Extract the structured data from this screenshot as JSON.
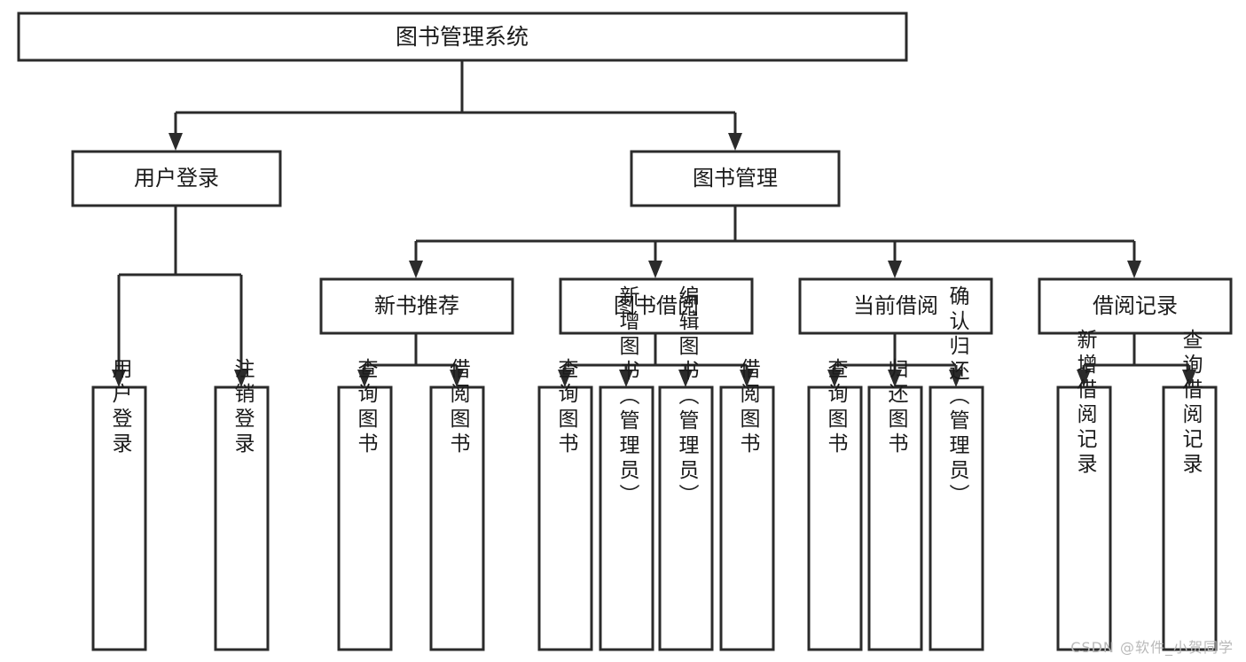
{
  "diagram": {
    "title": "图书管理系统",
    "type": "tree-hierarchy-diagram",
    "colors": {
      "stroke": "#2b2b2b",
      "node_fill": "#ffffff",
      "text": "#1a1a1a",
      "background": "#ffffff",
      "watermark": "#b9b9b9"
    },
    "root": {
      "label": "图书管理系统"
    },
    "level2": [
      {
        "label": "用户登录"
      },
      {
        "label": "图书管理"
      }
    ],
    "level3": [
      {
        "label": "新书推荐"
      },
      {
        "label": "图书借阅"
      },
      {
        "label": "当前借阅"
      },
      {
        "label": "借阅记录"
      }
    ],
    "leaves": {
      "user_login": [
        {
          "label": "用户登录"
        },
        {
          "label": "注销登录"
        }
      ],
      "new_book_recommend": [
        {
          "label": "查询图书"
        },
        {
          "label": "借阅图书"
        }
      ],
      "book_borrow": [
        {
          "label": "查询图书"
        },
        {
          "label": "新增图书（管理员）"
        },
        {
          "label": "编辑图书（管理员）"
        },
        {
          "label": "借阅图书"
        }
      ],
      "current_borrow": [
        {
          "label": "查询图书"
        },
        {
          "label": "归还图书"
        },
        {
          "label": "确认归还（管理员）"
        }
      ],
      "borrow_record": [
        {
          "label": "新增借阅记录"
        },
        {
          "label": "查询借阅记录"
        }
      ]
    }
  },
  "watermark": {
    "text": "CSDN @软件_小贺同学"
  }
}
